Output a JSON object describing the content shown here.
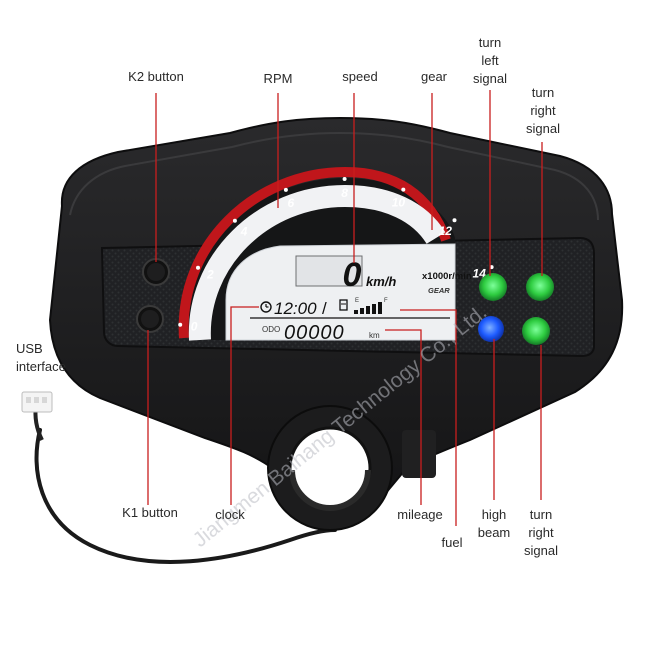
{
  "callouts": {
    "k2_button": "K2 button",
    "rpm": "RPM",
    "speed": "speed",
    "gear": "gear",
    "turn_left_signal": [
      "turn",
      "left",
      "signal"
    ],
    "turn_right_signal_top": [
      "turn",
      "right",
      "signal"
    ],
    "usb_interface": [
      "USB",
      "interface"
    ],
    "k1_button": "K1 button",
    "clock": "clock",
    "mileage": "mileage",
    "fuel": "fuel",
    "high_beam": [
      "high",
      "beam"
    ],
    "turn_right_signal_bottom": [
      "turn",
      "right",
      "signal"
    ]
  },
  "dial": {
    "ticks": [
      "0",
      "2",
      "4",
      "6",
      "8",
      "10",
      "12",
      "14"
    ],
    "unit": "x1000r/min",
    "gear_label": "GEAR"
  },
  "lcd": {
    "speed_value": "0",
    "speed_unit": "km/h",
    "clock_value": "12:00",
    "fuel_empty": "E",
    "fuel_full": "F",
    "odo_label": "ODO",
    "odo_value": "00000",
    "odo_unit": "km"
  },
  "watermark": "Jiangmen Baihang Technology Co., Ltd.",
  "colors": {
    "annotation_line": "#c81e1e",
    "turn_signal": "#2ecc40",
    "high_beam": "#1e5bff",
    "rpm_arc": "#c0161b",
    "lcd_background": "#f0f1f3",
    "housing": "#1b1b1c"
  }
}
